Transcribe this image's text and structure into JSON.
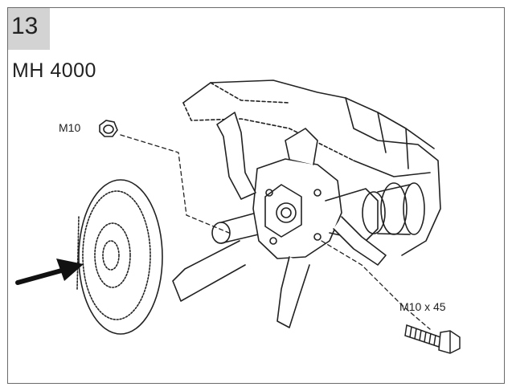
{
  "step": {
    "number": "13"
  },
  "model": "MH 4000",
  "parts": [
    {
      "label": "M10",
      "icon": "hex-nut-icon"
    },
    {
      "label": "M10 x 45",
      "icon": "bolt-icon"
    }
  ],
  "colors": {
    "line": "#222222",
    "step_bg": "#d3d3d3",
    "frame": "#6a6a6a"
  }
}
